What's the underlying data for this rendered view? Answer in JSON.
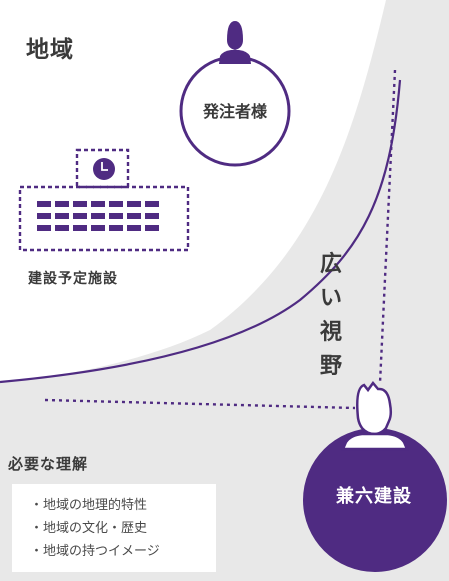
{
  "region": {
    "title": "地域"
  },
  "client": {
    "label": "発注者様",
    "icon": "person-icon"
  },
  "facility": {
    "label": "建設予定施設",
    "icon": "building-clock-icon"
  },
  "vision": {
    "label": "広い視野"
  },
  "company": {
    "label": "兼六建設",
    "icon": "person-icon"
  },
  "understanding": {
    "title": "必要な理解",
    "items": [
      "地域の地理的特性",
      "地域の文化・歴史",
      "地域の持つイメージ"
    ]
  },
  "colors": {
    "accent": "#4f2b82",
    "text": "#3a3a3a",
    "background": "#e8e8e8",
    "region_fill": "#ffffff"
  }
}
